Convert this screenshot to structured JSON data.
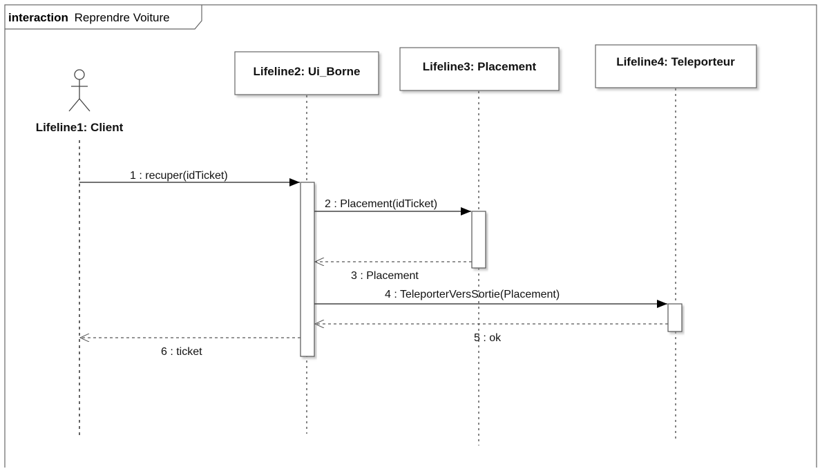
{
  "frame": {
    "keyword": "interaction",
    "name": "Reprendre Voiture"
  },
  "actor": {
    "label": "Lifeline1: Client"
  },
  "lifelines": [
    {
      "id": "ui_borne",
      "label": "Lifeline2: Ui_Borne"
    },
    {
      "id": "placement",
      "label": "Lifeline3: Placement"
    },
    {
      "id": "teleporteur",
      "label": "Lifeline4: Teleporteur"
    }
  ],
  "messages": [
    {
      "label": "1 : recuper(idTicket)",
      "kind": "sync",
      "from": "client",
      "to": "ui_borne"
    },
    {
      "label": "2 : Placement(idTicket)",
      "kind": "sync",
      "from": "ui_borne",
      "to": "placement"
    },
    {
      "label": "3 : Placement",
      "kind": "reply",
      "from": "placement",
      "to": "ui_borne"
    },
    {
      "label": "4 : TeleporterVersSortie(Placement)",
      "kind": "sync",
      "from": "ui_borne",
      "to": "teleporteur"
    },
    {
      "label": "5 : ok",
      "kind": "reply",
      "from": "teleporteur",
      "to": "ui_borne"
    },
    {
      "label": "6 : ticket",
      "kind": "reply",
      "from": "ui_borne",
      "to": "client"
    }
  ]
}
